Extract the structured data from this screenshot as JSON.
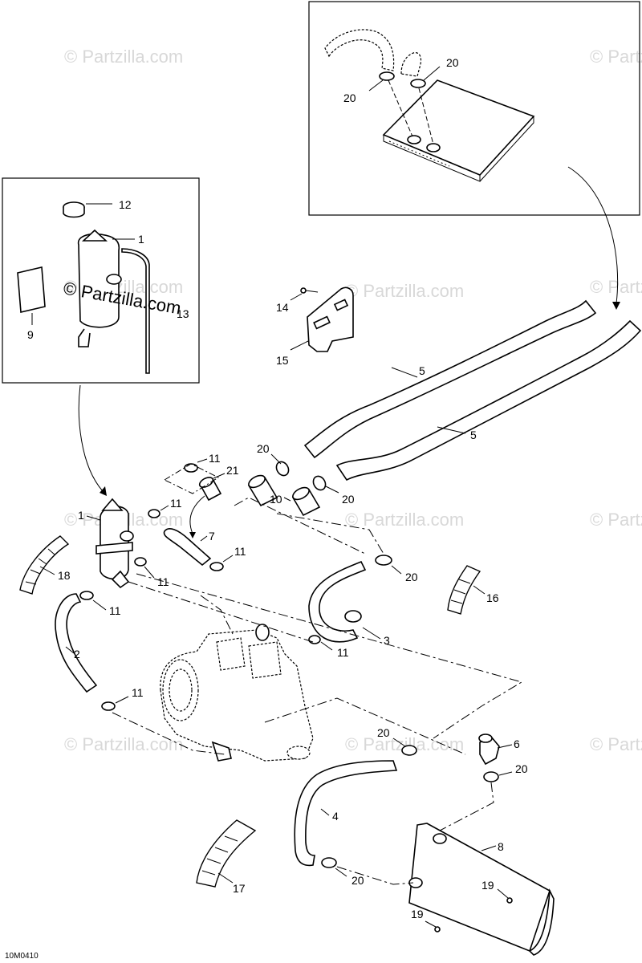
{
  "diagram": {
    "code": "10M0410",
    "watermark": "© Partzilla.com",
    "watermark_overlay": "© Partzilla.com",
    "callouts": [
      {
        "id": "c12",
        "text": "12"
      },
      {
        "id": "c1a",
        "text": "1"
      },
      {
        "id": "c9",
        "text": "9"
      },
      {
        "id": "c13",
        "text": "13"
      },
      {
        "id": "c20a",
        "text": "20"
      },
      {
        "id": "c20b",
        "text": "20"
      },
      {
        "id": "c14",
        "text": "14"
      },
      {
        "id": "c15",
        "text": "15"
      },
      {
        "id": "c5a",
        "text": "5"
      },
      {
        "id": "c5b",
        "text": "5"
      },
      {
        "id": "c20c",
        "text": "20"
      },
      {
        "id": "c11a",
        "text": "11"
      },
      {
        "id": "c21",
        "text": "21"
      },
      {
        "id": "c10",
        "text": "10"
      },
      {
        "id": "c20d",
        "text": "20"
      },
      {
        "id": "c1b",
        "text": "1"
      },
      {
        "id": "c11b",
        "text": "11"
      },
      {
        "id": "c7",
        "text": "7"
      },
      {
        "id": "c11c",
        "text": "11"
      },
      {
        "id": "c18",
        "text": "18"
      },
      {
        "id": "c11d",
        "text": "11"
      },
      {
        "id": "c20e",
        "text": "20"
      },
      {
        "id": "c16",
        "text": "16"
      },
      {
        "id": "c11e",
        "text": "11"
      },
      {
        "id": "c3",
        "text": "3"
      },
      {
        "id": "c11f",
        "text": "11"
      },
      {
        "id": "c2",
        "text": "2"
      },
      {
        "id": "c11g",
        "text": "11"
      },
      {
        "id": "c20f",
        "text": "20"
      },
      {
        "id": "c6",
        "text": "6"
      },
      {
        "id": "c20g",
        "text": "20"
      },
      {
        "id": "c4",
        "text": "4"
      },
      {
        "id": "c8",
        "text": "8"
      },
      {
        "id": "c20h",
        "text": "20"
      },
      {
        "id": "c19a",
        "text": "19"
      },
      {
        "id": "c17",
        "text": "17"
      },
      {
        "id": "c19b",
        "text": "19"
      }
    ]
  }
}
